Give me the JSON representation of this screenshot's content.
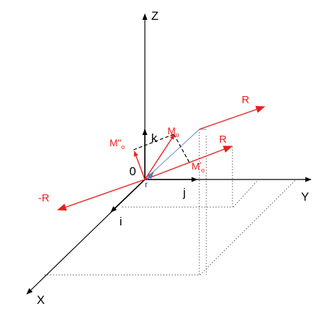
{
  "axes": {
    "z_label": "Z",
    "y_label": "Y",
    "x_label": "X",
    "origin_label": "0"
  },
  "unit_vectors": {
    "k": "k",
    "j": "j",
    "i": "i"
  },
  "point_label": "r",
  "vectors": {
    "R_main": "R",
    "R_parallel": "R",
    "R_negative": "-R",
    "M_o_main": "M",
    "M_o_main_sub": "o",
    "M_o_prime": "M",
    "M_o_prime_mark": "'",
    "M_o_prime_sub": "o",
    "M_o_double_prime": "M\"",
    "M_o_double_prime_sub": "o"
  },
  "colors": {
    "axis": "#000000",
    "red_vector": "#ee1c1c",
    "blue_line": "#7f9ed2",
    "dotted": "#555555"
  }
}
